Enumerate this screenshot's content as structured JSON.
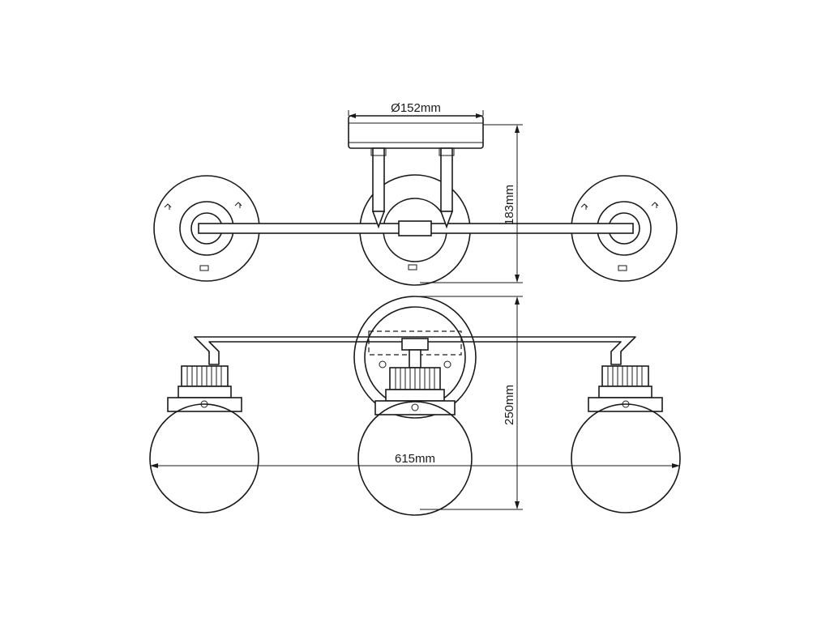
{
  "dimensions": {
    "canopy_diameter": "Ø152mm",
    "top_view_height": "183mm",
    "front_view_height": "250mm",
    "overall_width": "615mm"
  }
}
